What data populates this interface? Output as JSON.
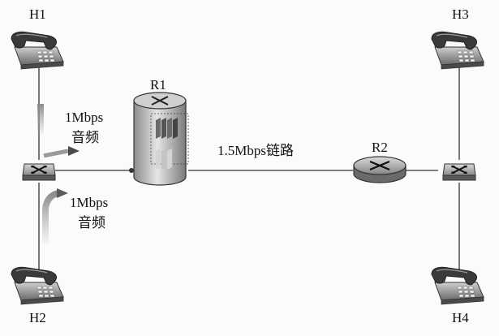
{
  "hosts": [
    {
      "id": "H1",
      "label": "H1"
    },
    {
      "id": "H2",
      "label": "H2"
    },
    {
      "id": "H3",
      "label": "H3"
    },
    {
      "id": "H4",
      "label": "H4"
    }
  ],
  "routers": [
    {
      "id": "R1",
      "label": "R1"
    },
    {
      "id": "R2",
      "label": "R2"
    }
  ],
  "flows": [
    {
      "source": "H1",
      "rate": "1Mbps",
      "kind": "音频"
    },
    {
      "source": "H2",
      "rate": "1Mbps",
      "kind": "音频"
    }
  ],
  "link": {
    "label": "1.5Mbps链路"
  },
  "colors": {
    "line": "#333333",
    "device_gray": "#9a9a9a",
    "device_dark": "#555555",
    "packet": "#6f6f6f",
    "background": "#fbfbfa"
  },
  "icons": [
    "telephone-icon",
    "switch-icon",
    "router-with-buffer-icon",
    "router-icon",
    "arrow-icon"
  ]
}
